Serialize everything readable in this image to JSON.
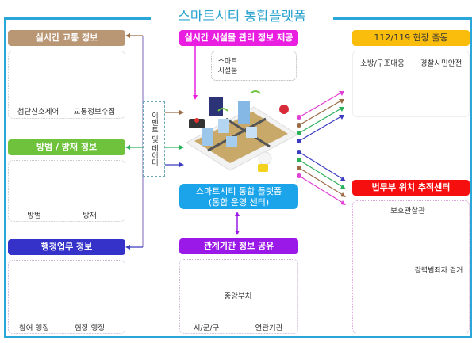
{
  "title": "스마트시티 통합플랫폼",
  "left": {
    "traffic": {
      "header": "실시간 교통 정보",
      "color": "#b99674",
      "items": [
        "첨단신호제어",
        "교통정보수집"
      ]
    },
    "safety": {
      "header": "방범 / 방재 정보",
      "color": "#6fc23c",
      "items": [
        "방범",
        "방재"
      ]
    },
    "admin": {
      "header": "행정업무 정보",
      "color": "#3532c9",
      "items": [
        "참여 행정",
        "현장 행정"
      ]
    }
  },
  "event_data_label": "이벤트 및 데이터",
  "center": {
    "facility": {
      "header": "실시간 시설물 관리 정보 제공",
      "color": "#e91ee0",
      "item": "스마트 시설물"
    },
    "platform": {
      "line1": "스마트시티 통합 플랫폼",
      "line2": "(통합 운영 센터)",
      "color": "#1ba4ea"
    },
    "agencies": {
      "header": "관계기관 정보 공유",
      "color": "#9b19e8",
      "items": [
        "중앙부처",
        "시/군/구",
        "연관기관"
      ]
    }
  },
  "right": {
    "emergency": {
      "header": "112/119 현장 출동",
      "color": "#fbbd0c",
      "items": [
        "소방/구조대응",
        "경찰시민안전"
      ]
    },
    "justice": {
      "header": "법무부 위치 추적센터",
      "color": "#f50f0f",
      "items": [
        "보호관찰관",
        "강력범죄자 검거"
      ]
    }
  },
  "connector_colors": [
    "#e23fd6",
    "#9b6b45",
    "#2bb05a",
    "#3c3cc0"
  ]
}
